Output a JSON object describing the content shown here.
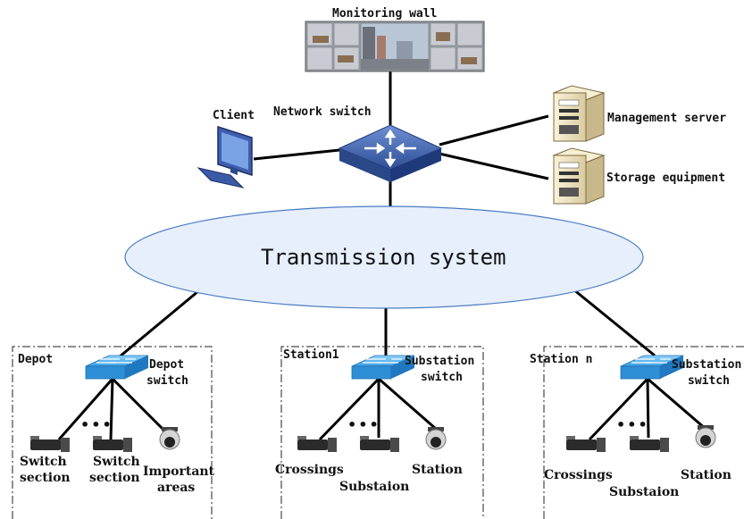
{
  "core": {
    "monitoring_wall": "Monitoring wall",
    "network_switch": "Network switch",
    "client": "Client",
    "management_server": "Management server",
    "storage_equipment": "Storage equipment",
    "transmission_system": "Transmission system"
  },
  "depot": {
    "title": "Depot",
    "switch_label_1": "Depot",
    "switch_label_2": "switch",
    "dots": "•••",
    "devices": [
      {
        "line1": "Switch",
        "line2": "section",
        "icon": "box-camera-icon"
      },
      {
        "line1": "Switch",
        "line2": "section",
        "icon": "box-camera-icon"
      },
      {
        "line1": "Important",
        "line2": "areas",
        "icon": "dome-camera-icon"
      }
    ]
  },
  "station1": {
    "title": "Station1",
    "switch_label_1": "Substation",
    "switch_label_2": "switch",
    "dots": "•••",
    "devices": [
      {
        "line1": "Crossings",
        "icon": "box-camera-icon"
      },
      {
        "line1": "Substaion",
        "icon": "box-camera-icon"
      },
      {
        "line1": "Station",
        "icon": "dome-camera-icon"
      }
    ]
  },
  "station_n": {
    "title": "Station n",
    "switch_label_1": "Substation",
    "switch_label_2": "switch",
    "dots": "•••",
    "devices": [
      {
        "line1": "Crossings",
        "icon": "box-camera-icon"
      },
      {
        "line1": "Substaion",
        "icon": "box-camera-icon"
      },
      {
        "line1": "Station",
        "icon": "dome-camera-icon"
      }
    ]
  },
  "colors": {
    "ellipse_fill": "#e6effb",
    "ellipse_stroke": "#4a7cc4",
    "switch_blue": "#3a9fe0",
    "core_switch": "#3b5ea8",
    "line": "#000000"
  }
}
